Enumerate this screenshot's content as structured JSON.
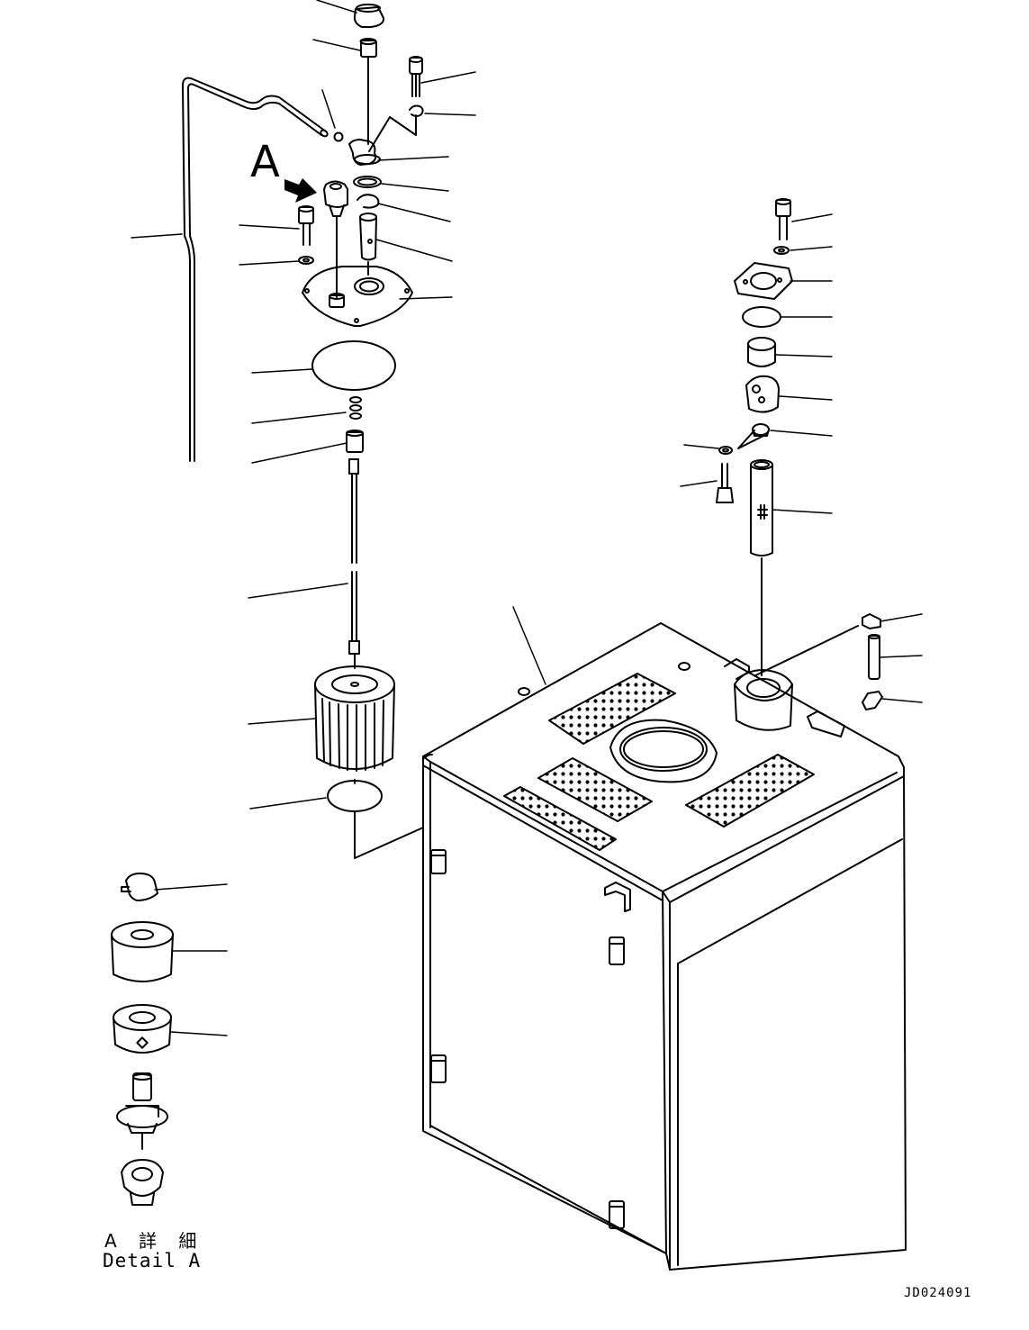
{
  "labels": {
    "view_marker": "A",
    "detail_jp": "A 詳 細",
    "detail_en": "Detail A",
    "drawing_id": "JD024091"
  }
}
